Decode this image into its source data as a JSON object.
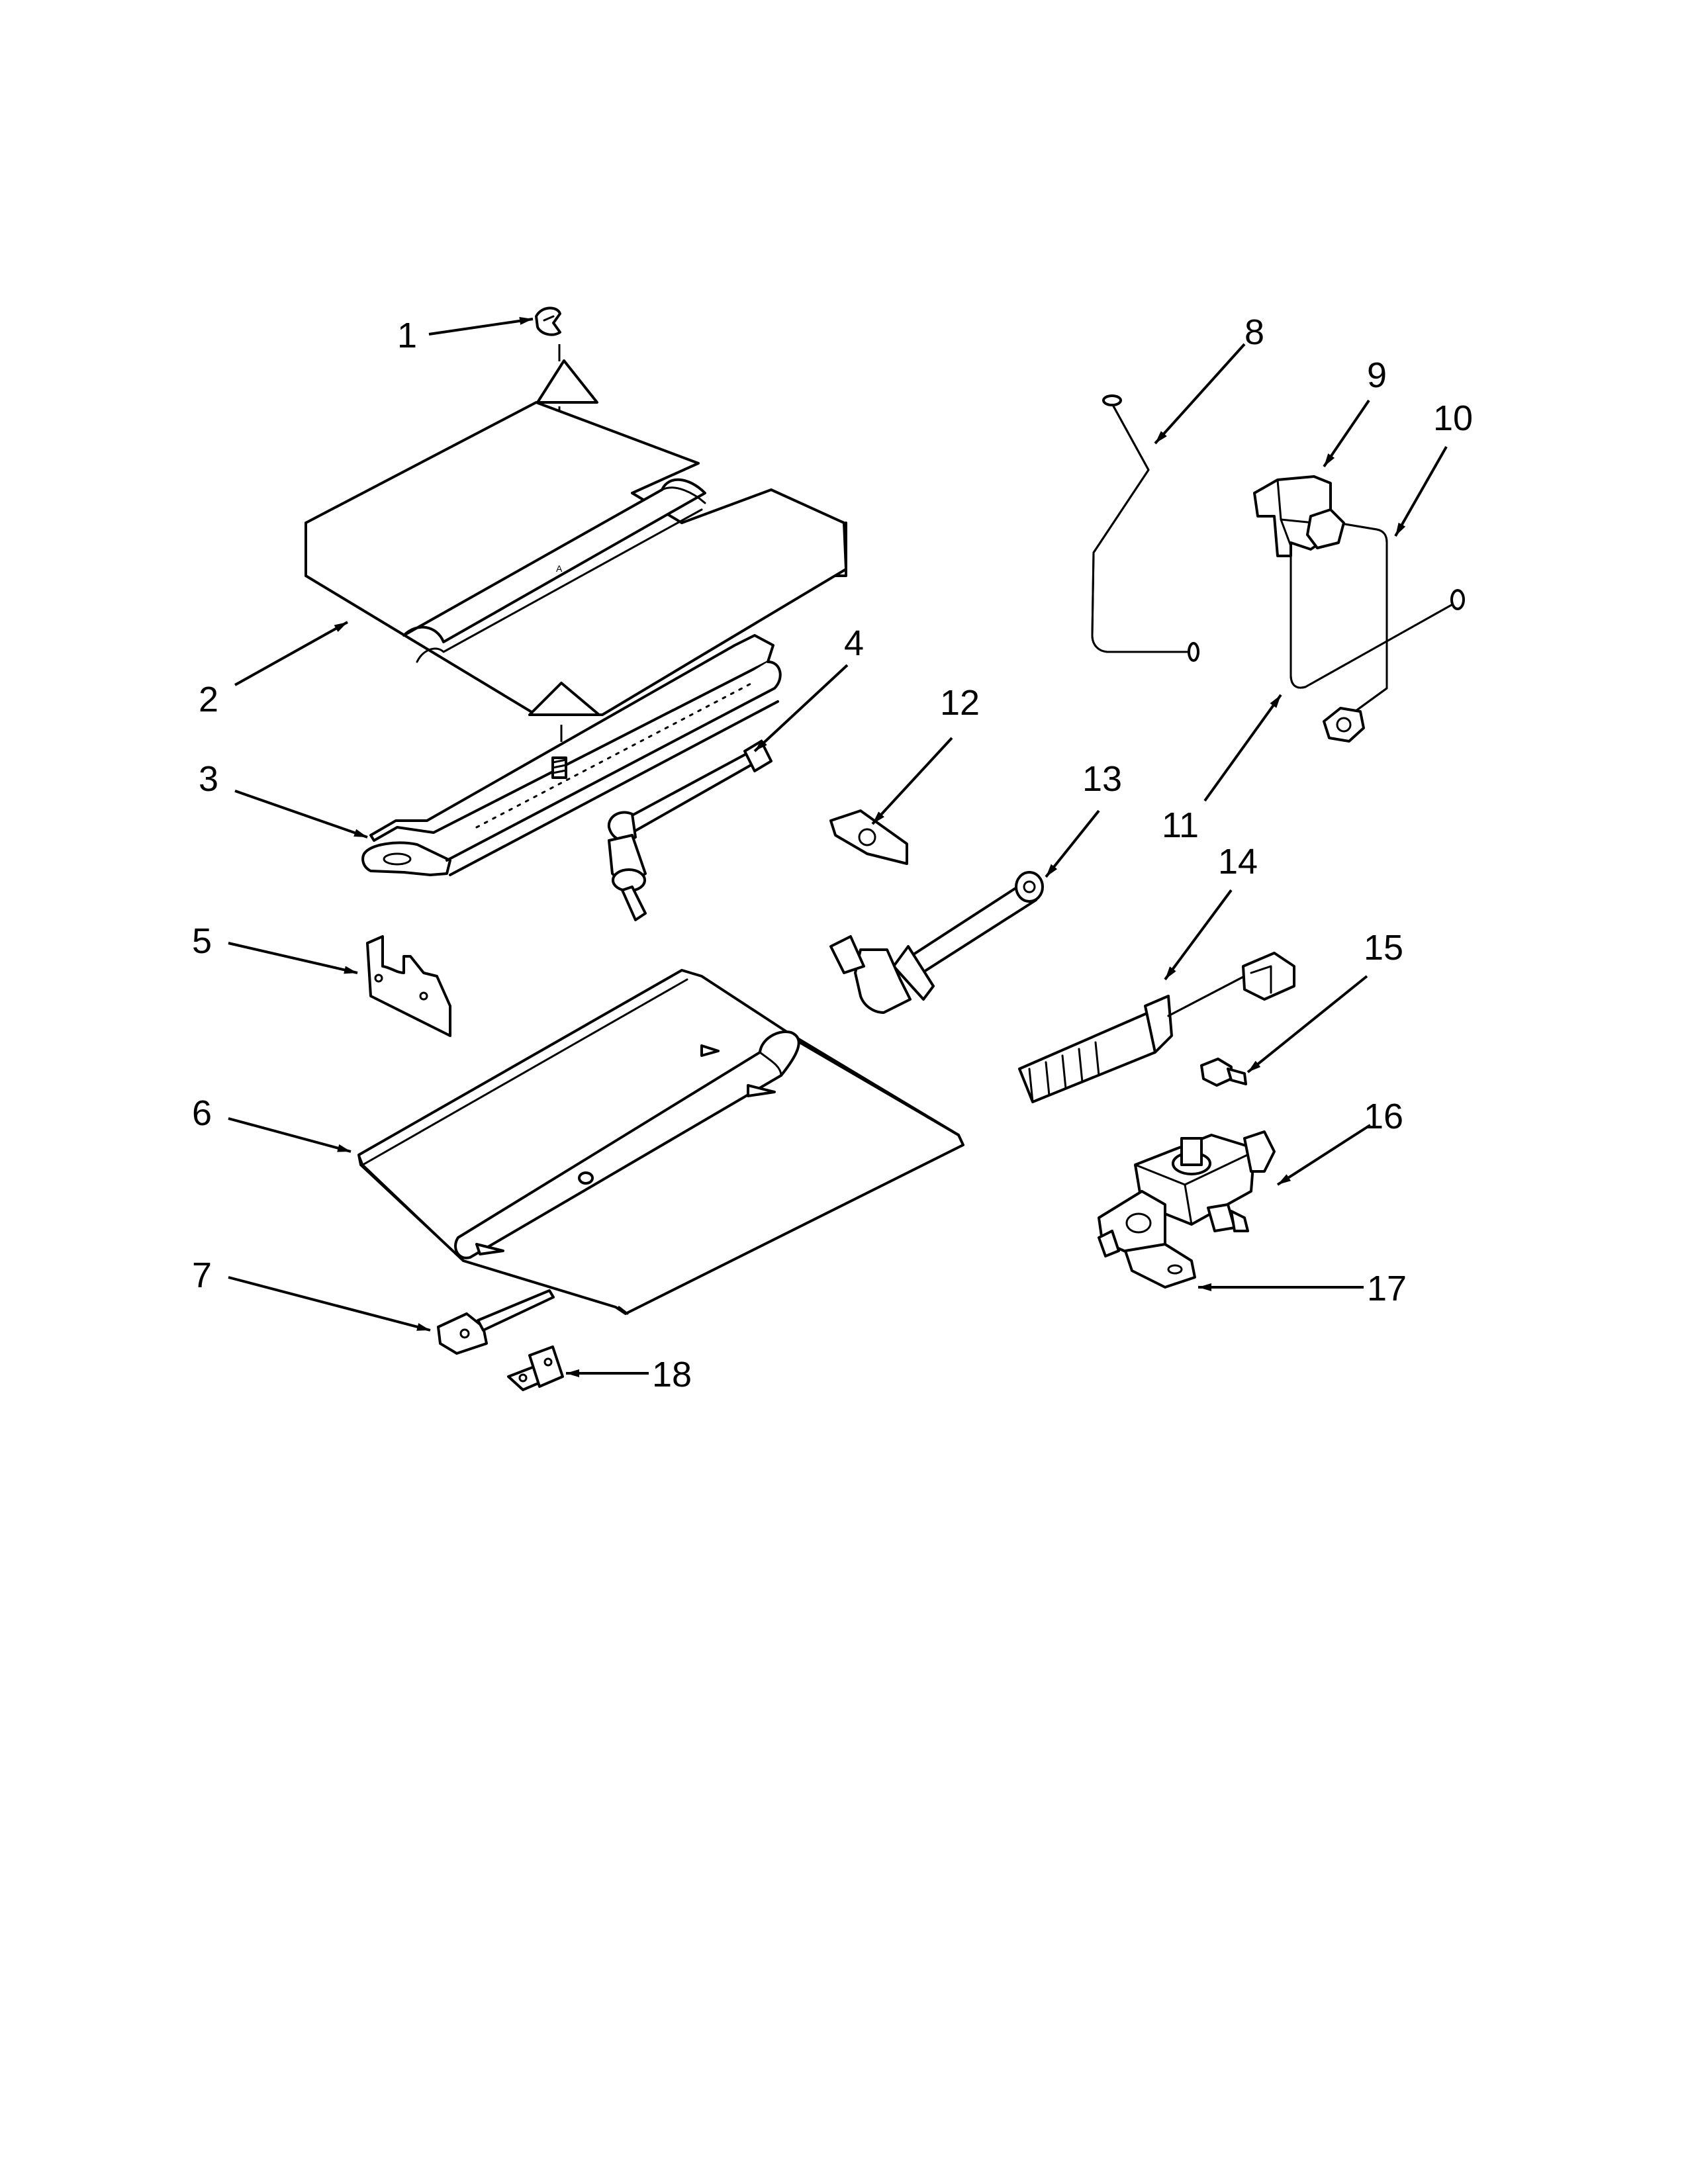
{
  "callouts": [
    {
      "id": "1",
      "label": "1"
    },
    {
      "id": "2",
      "label": "2"
    },
    {
      "id": "3",
      "label": "3"
    },
    {
      "id": "4",
      "label": "4"
    },
    {
      "id": "5",
      "label": "5"
    },
    {
      "id": "6",
      "label": "6"
    },
    {
      "id": "7",
      "label": "7"
    },
    {
      "id": "8",
      "label": "8"
    },
    {
      "id": "9",
      "label": "9"
    },
    {
      "id": "10",
      "label": "10"
    },
    {
      "id": "11",
      "label": "11"
    },
    {
      "id": "12",
      "label": "12"
    },
    {
      "id": "13",
      "label": "13"
    },
    {
      "id": "14",
      "label": "14"
    },
    {
      "id": "15",
      "label": "15"
    },
    {
      "id": "16",
      "label": "16"
    },
    {
      "id": "17",
      "label": "17"
    },
    {
      "id": "18",
      "label": "18"
    }
  ],
  "shield_mark": "A"
}
